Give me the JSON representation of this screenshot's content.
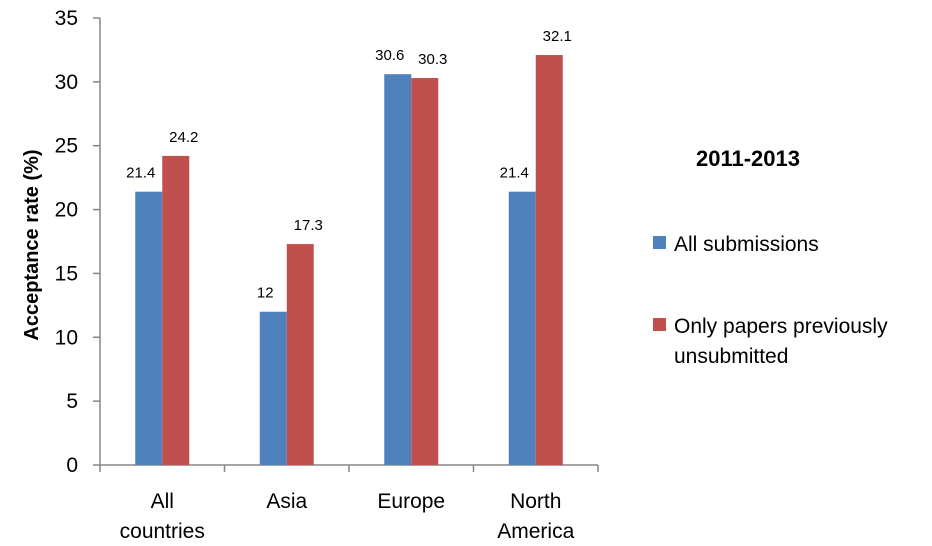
{
  "chart_data": {
    "type": "bar",
    "title": "2011-2013",
    "xlabel": "",
    "ylabel": "Acceptance rate (%)",
    "ylim": [
      0,
      35
    ],
    "yticks": [
      0,
      5,
      10,
      15,
      20,
      25,
      30,
      35
    ],
    "grid": false,
    "legend_position": "right",
    "categories": [
      [
        "All",
        "countries"
      ],
      [
        "Asia"
      ],
      [
        "Europe"
      ],
      [
        "North",
        "America"
      ]
    ],
    "series": [
      {
        "name": "All submissions",
        "color": "#4F81BD",
        "values": [
          21.4,
          12,
          30.6,
          21.4
        ],
        "labels": [
          "21.4",
          "12",
          "30.6",
          "21.4"
        ]
      },
      {
        "name": "Only papers previously unsubmitted",
        "legend_lines": [
          "Only papers previously",
          "unsubmitted"
        ],
        "color": "#C0504D",
        "values": [
          24.2,
          17.3,
          30.3,
          32.1
        ],
        "labels": [
          "24.2",
          "17.3",
          "30.3",
          "32.1"
        ]
      }
    ]
  }
}
